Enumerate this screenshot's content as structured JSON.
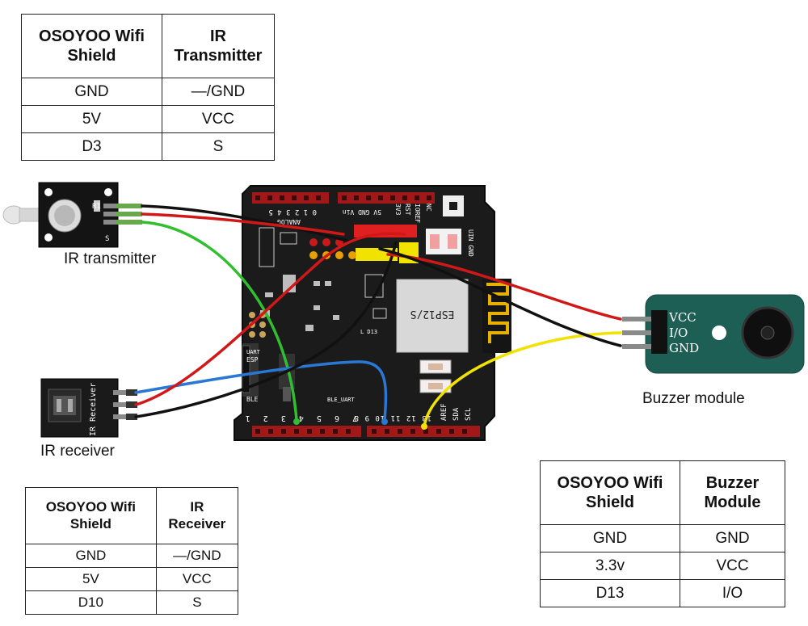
{
  "tables": {
    "ir_transmitter": {
      "headers": [
        "OSOYOO Wifi Shield",
        "IR Transmitter"
      ],
      "rows": [
        [
          "GND",
          "—/GND"
        ],
        [
          "5V",
          "VCC"
        ],
        [
          "D3",
          "S"
        ]
      ]
    },
    "ir_receiver": {
      "headers": [
        "OSOYOO Wifi Shield",
        "IR Receiver"
      ],
      "rows": [
        [
          "GND",
          "—/GND"
        ],
        [
          "5V",
          "VCC"
        ],
        [
          "D10",
          "S"
        ]
      ]
    },
    "buzzer": {
      "headers": [
        "OSOYOO Wifi Shield",
        "Buzzer Module"
      ],
      "rows": [
        [
          "GND",
          "GND"
        ],
        [
          "3.3v",
          "VCC"
        ],
        [
          "D13",
          "I/O"
        ]
      ]
    }
  },
  "labels": {
    "ir_transmitter": "IR transmitter",
    "ir_receiver": "IR receiver",
    "buzzer": "Buzzer module"
  },
  "board": {
    "module": "ESP12/S",
    "analog_header": "0 1 2 3 4 5",
    "analog_label": "ANALOG",
    "power_header": "5V GND Vin",
    "digital_low": "7 6 5 4 3 2 1 0",
    "digital_high": "13 12 11 10 9 8",
    "aref": "AREF",
    "sda": "SDA",
    "scl": "SCL",
    "ioref": "IOREF",
    "rst": "RST",
    "v3": "3V3",
    "nc": "NC",
    "uin_gnd": "UIN GND",
    "esp_label": "ESP",
    "uart": "UART",
    "ble": "BLE",
    "ble_uart": "BLE_UART",
    "d13": "L D13"
  },
  "modules": {
    "buzzer_pins": [
      "VCC",
      "I/O",
      "GND"
    ],
    "ir_tx_pins": [
      "R1",
      "S"
    ],
    "ir_rx_text": "IR Receiver"
  }
}
